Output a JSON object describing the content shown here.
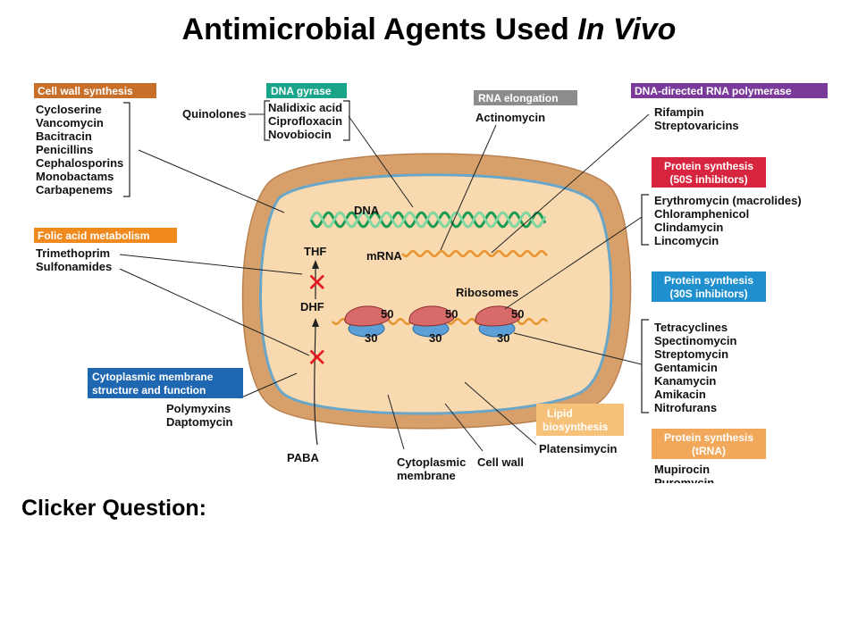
{
  "title": {
    "main": "Antimicrobial Agents Used ",
    "italic": "In Vivo"
  },
  "clicker": "Clicker Question:",
  "colors": {
    "cell_wall": "#c8702a",
    "dna_gyrase": "#1aa58a",
    "rna_elongation": "#8c8c8c",
    "rna_polymerase": "#7a3a9a",
    "protein_50s": "#d8253f",
    "folic": "#f08a1e",
    "protein_30s": "#1f8fce",
    "membrane": "#1f67b1",
    "lipid": "#f6c27a",
    "trna": "#f2a85a",
    "cell_fill": "#f9d9b0",
    "cell_rim": "#d7a06a",
    "membrane_line": "#6aa6c8"
  },
  "groups": {
    "cell_wall": {
      "header": "Cell wall synthesis",
      "drugs": [
        "Cycloserine",
        "Vancomycin",
        "Bacitracin",
        "Penicillins",
        "Cephalosporins",
        "Monobactams",
        "Carbapenems"
      ]
    },
    "dna_gyrase": {
      "header": "DNA gyrase",
      "prefix": "Quinolones",
      "drugs": [
        "Nalidixic acid",
        "Ciprofloxacin",
        "Novobiocin"
      ]
    },
    "rna_elongation": {
      "header": "RNA elongation",
      "drugs": [
        "Actinomycin"
      ]
    },
    "rna_polymerase": {
      "header": "DNA-directed RNA polymerase",
      "drugs": [
        "Rifampin",
        "Streptovaricins"
      ]
    },
    "protein_50s": {
      "header_l1": "Protein synthesis",
      "header_l2": "(50S inhibitors)",
      "drugs": [
        "Erythromycin (macrolides)",
        "Chloramphenicol",
        "Clindamycin",
        "Lincomycin"
      ]
    },
    "folic": {
      "header": "Folic acid metabolism",
      "drugs": [
        "Trimethoprim",
        "Sulfonamides"
      ]
    },
    "protein_30s": {
      "header_l1": "Protein synthesis",
      "header_l2": "(30S inhibitors)",
      "drugs": [
        "Tetracyclines",
        "Spectinomycin",
        "Streptomycin",
        "Gentamicin",
        "Kanamycin",
        "Amikacin",
        "Nitrofurans"
      ]
    },
    "membrane": {
      "header_l1": "Cytoplasmic membrane",
      "header_l2": "structure and function",
      "drugs": [
        "Polymyxins",
        "Daptomycin"
      ]
    },
    "lipid": {
      "header_l1": "Lipid",
      "header_l2": "biosynthesis",
      "drugs": [
        "Platensimycin"
      ]
    },
    "trna": {
      "header_l1": "Protein synthesis",
      "header_l2": "(tRNA)",
      "drugs": [
        "Mupirocin",
        "Puromycin"
      ]
    }
  },
  "cell_labels": {
    "dna": "DNA",
    "mrna": "mRNA",
    "ribosomes": "Ribosomes",
    "thf": "THF",
    "dhf": "DHF",
    "paba": "PABA",
    "cytoplasmic_membrane_l1": "Cytoplasmic",
    "cytoplasmic_membrane_l2": "membrane",
    "cell_wall": "Cell wall",
    "large_subunit": "50",
    "small_subunit": "30"
  }
}
